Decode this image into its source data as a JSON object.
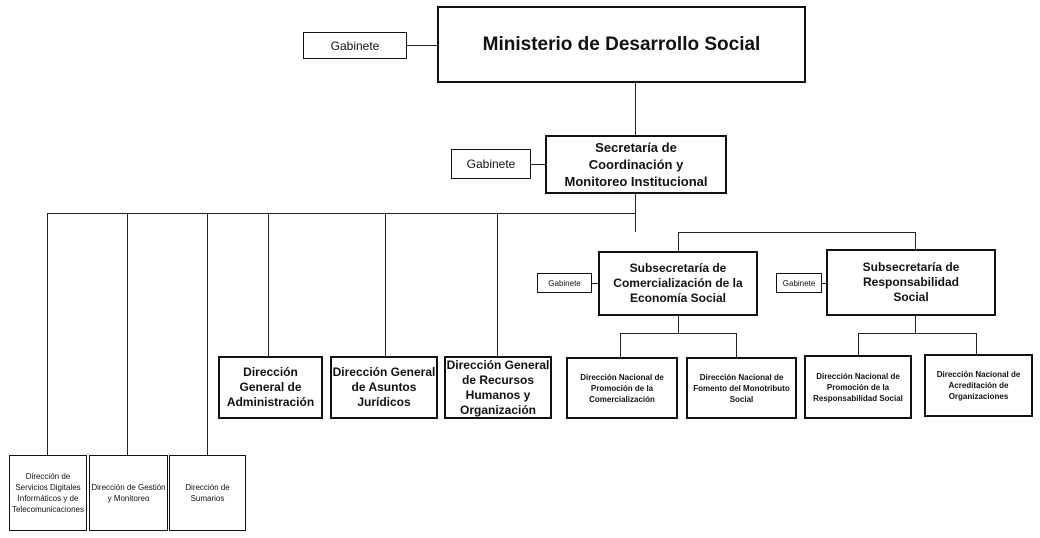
{
  "ministry": {
    "title": "Ministerio de Desarrollo Social",
    "gabinete": "Gabinete"
  },
  "secretaria": {
    "title": "Secretaría de Coordinación y Monitoreo Institucional",
    "gabinete": "Gabinete"
  },
  "subsecretarias": [
    {
      "title": "Subsecretaría de Comercialización de la Economía Social",
      "gabinete": "Gabinete",
      "direcciones": [
        "Dirección Nacional de Promoción de la Comercialización",
        "Dirección Nacional de Fomento del Monotributo Social"
      ]
    },
    {
      "title": "Subsecretaría de Responsabilidad Social",
      "gabinete": "Gabinete",
      "direcciones": [
        "Dirección Nacional de Promoción de la Responsabilidad Social",
        "Dirección Nacional de Acreditación de Organizaciones"
      ]
    }
  ],
  "direcciones_generales": [
    "Dirección General de Administración",
    "Dirección General de Asuntos Jurídicos",
    "Dirección General de Recursos Humanos y Organización"
  ],
  "direcciones": [
    "Dirección de Servicios Digitales Informáticos y de Telecomunicaciones",
    "Dirección de Gestión y Monitoreo",
    "Dirección de Sumarios"
  ]
}
